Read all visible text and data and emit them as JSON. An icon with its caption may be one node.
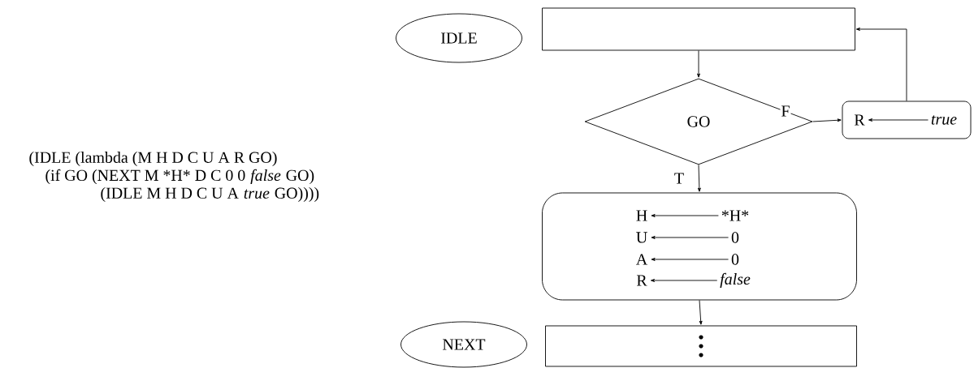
{
  "diagram": {
    "nodes": [
      {
        "text": [
          "IDLE"
        ]
      },
      {
        "text": [],
        "shape": "box"
      },
      {
        "text": [
          "GO"
        ]
      },
      {
        "text": [],
        "shape": "box"
      },
      {
        "text": [
          "R"
        ],
        "in": 3
      },
      {
        "text": [
          "true"
        ],
        "in": 3
      },
      {
        "text": [],
        "shape": "box"
      },
      {
        "text": [
          "H"
        ],
        "in": 6
      },
      {
        "text": [
          "*H*"
        ],
        "in": 6
      },
      {
        "text": [
          "U"
        ],
        "in": 6
      },
      {
        "text": [
          "0"
        ],
        "in": 6
      },
      {
        "text": [
          "A"
        ],
        "in": 6
      },
      {
        "text": [
          "0"
        ],
        "in": 6
      },
      {
        "text": [
          "R"
        ],
        "in": 6
      },
      {
        "text": [
          "false"
        ],
        "in": 6
      },
      {
        "text": [
          "NEXT"
        ]
      },
      {
        "text": [],
        "shape": "box"
      }
    ],
    "edges": [
      {
        "from": 1,
        "to": 2,
        "arrow": "to"
      },
      {
        "from": 2,
        "to": 3,
        "arrow": "to",
        "label": "F"
      },
      {
        "from": 2,
        "to": 6,
        "arrow": "to",
        "label": "T"
      },
      {
        "from": 3,
        "to": 1,
        "arrow": "to"
      },
      {
        "from": 6,
        "to": 16,
        "arrow": "to"
      },
      {
        "from": 5,
        "to": 4,
        "arrow": "to"
      },
      {
        "from": 8,
        "to": 7,
        "arrow": "to"
      },
      {
        "from": 10,
        "to": 9,
        "arrow": "to"
      },
      {
        "from": 12,
        "to": 11,
        "arrow": "to"
      },
      {
        "from": 14,
        "to": 13,
        "arrow": "to"
      }
    ],
    "labels": [
      "(IDLE (lambda (M H D C U A R GO)",
      "(if GO (NEXT M *H* D C 0 0",
      "false",
      "GO)",
      "(IDLE M H D C U A",
      "true",
      "GO))))"
    ]
  }
}
